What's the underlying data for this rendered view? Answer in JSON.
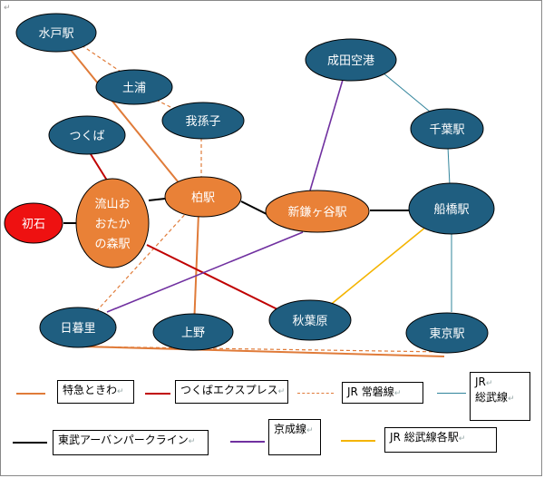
{
  "nodes": {
    "mito": "水戸駅",
    "tsuchiura": "土浦",
    "tsukuba": "つくば",
    "abiko": "我孫子",
    "narita": "成田空港",
    "chiba": "千葉駅",
    "hatsuishi": "初石",
    "nagareyama_l1": "流山お",
    "nagareyama_l2": "おたか",
    "nagareyama_l3": "の森駅",
    "kashiwa": "柏駅",
    "shinkamagaya": "新鎌ヶ谷駅",
    "funabashi": "船橋駅",
    "nippori": "日暮里",
    "ueno": "上野",
    "akihabara": "秋葉原",
    "tokyo": "東京駅"
  },
  "legend": {
    "tokkyu": "特急ときわ",
    "tsukuba_express": "つくばエクスプレス",
    "joban": "JR 常磐線",
    "sobu_l1": "JR",
    "sobu_l2": "総武線",
    "tobu": "東武アーバンパークライン",
    "keisei": "京成線",
    "sobu_local": "JR 総武線各駅"
  },
  "colors": {
    "node_blue": "#1f5e80",
    "node_orange": "#e98137",
    "node_red": "#ee1111",
    "tokkyu": "#e07b39",
    "tsukuba_express": "#c00000",
    "joban": "#e07b39",
    "sobu": "#31849b",
    "tobu": "#000000",
    "keisei": "#7030a0",
    "sobu_local": "#f4b400"
  },
  "return_mark": "↵"
}
